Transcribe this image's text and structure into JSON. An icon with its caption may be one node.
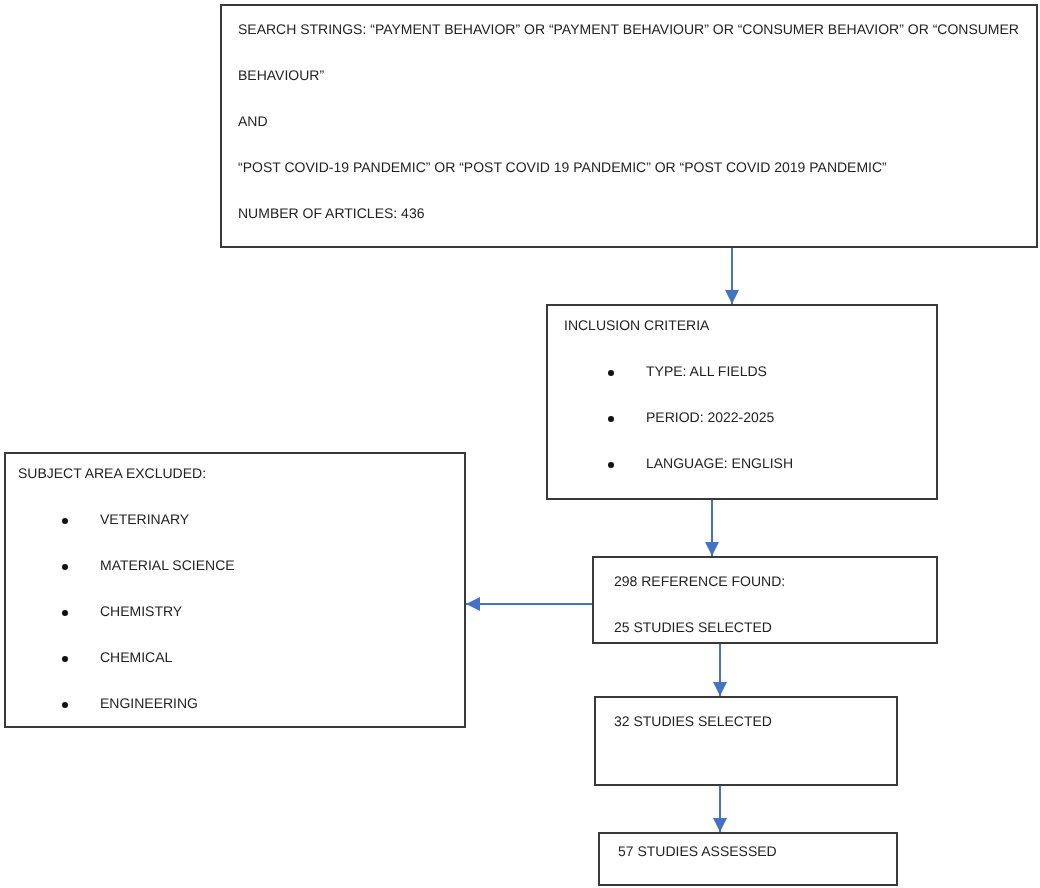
{
  "diagram": {
    "nodes": [
      {
        "text": [
          "SEARCH STRINGS: “PAYMENT BEHAVIOR” OR “PAYMENT BEHAVIOUR” OR “CONSUMER BEHAVIOR” OR “CONSUMER BEHAVIOUR”",
          "AND",
          "“POST COVID-19 PANDEMIC” OR “POST COVID 19 PANDEMIC” OR “POST COVID 2019 PANDEMIC”",
          "NUMBER OF ARTICLES: 436"
        ]
      },
      {
        "text": [
          "INCLUSION CRITERIA",
          "TYPE: ALL FIELDS",
          "PERIOD: 2022-2025",
          "LANGUAGE: ENGLISH"
        ]
      },
      {
        "text": [
          "298 REFERENCE FOUND:",
          "25 STUDIES SELECTED"
        ]
      },
      {
        "text": [
          "SUBJECT AREA EXCLUDED:",
          "VETERINARY",
          "MATERIAL SCIENCE",
          "CHEMISTRY",
          "CHEMICAL",
          "ENGINEERING"
        ]
      },
      {
        "text": [
          "32 STUDIES SELECTED"
        ]
      },
      {
        "text": [
          "57 STUDIES ASSESSED"
        ]
      }
    ],
    "edges": [
      {
        "from": 0,
        "to": 1,
        "arrow": "to"
      },
      {
        "from": 1,
        "to": 2,
        "arrow": "to"
      },
      {
        "from": 2,
        "to": 3,
        "arrow": "to"
      },
      {
        "from": 2,
        "to": 4,
        "arrow": "to"
      },
      {
        "from": 4,
        "to": 5,
        "arrow": "to"
      }
    ]
  }
}
